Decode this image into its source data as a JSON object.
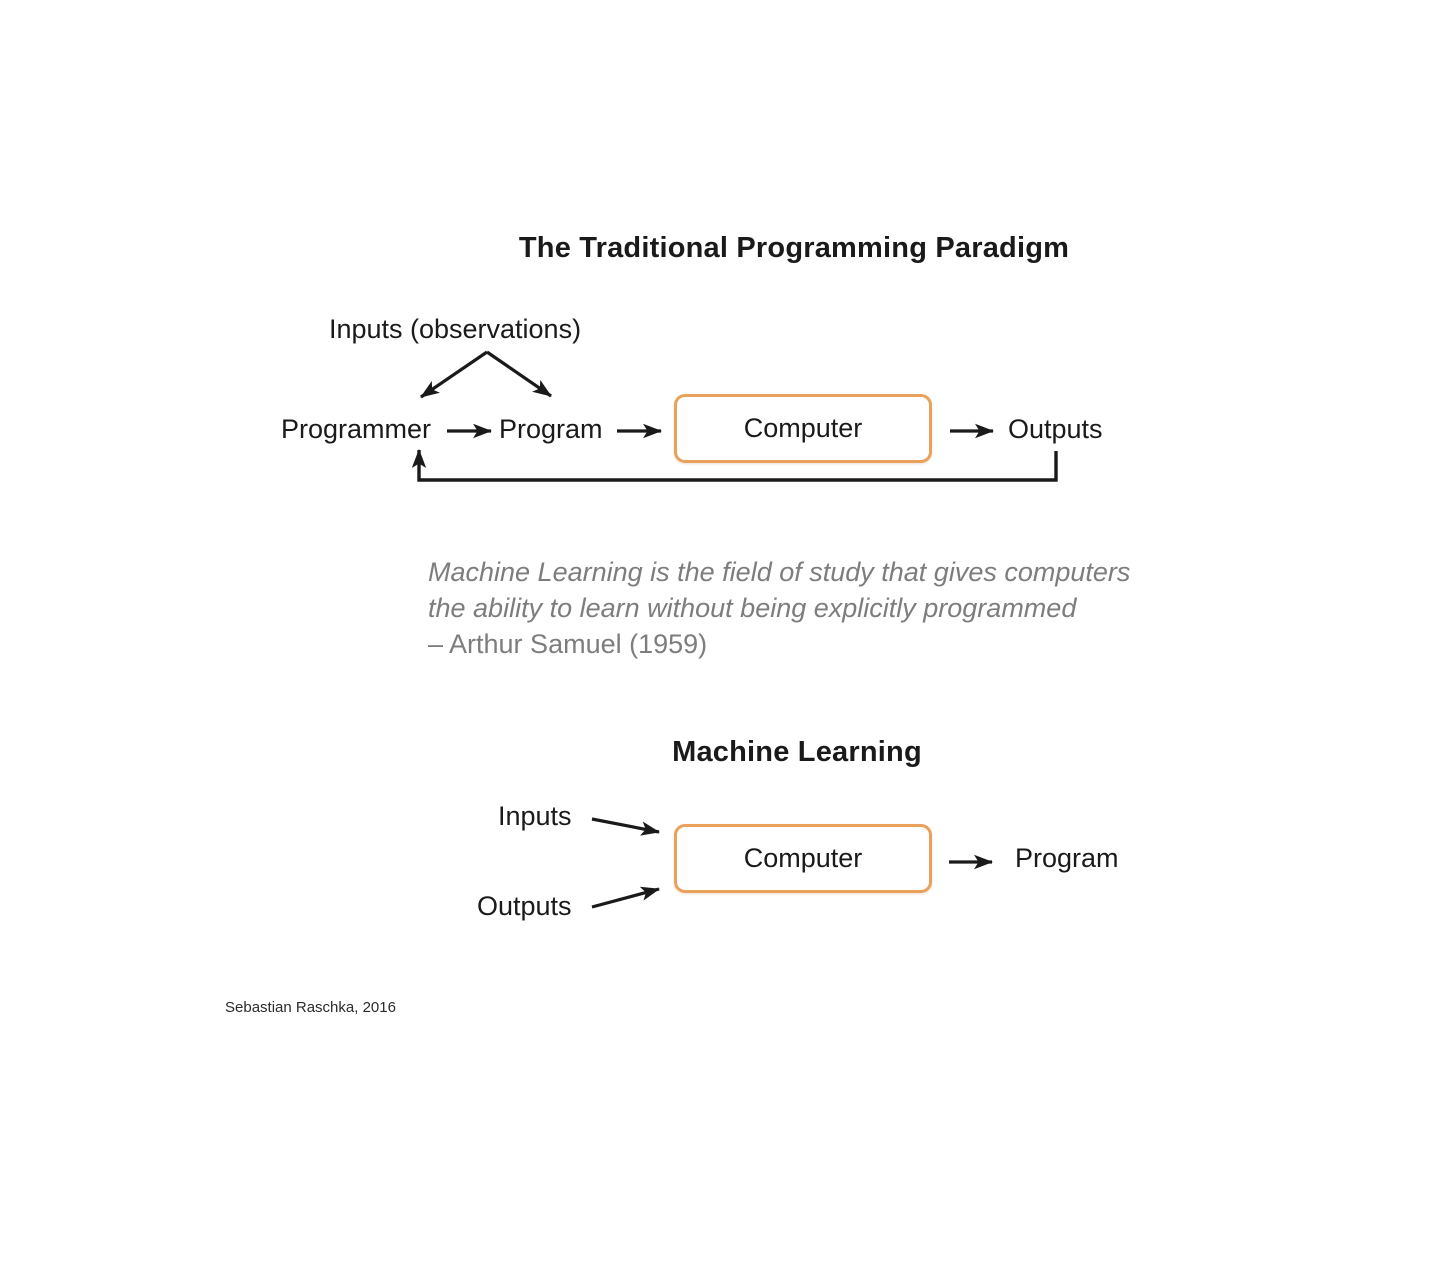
{
  "colors": {
    "accent_orange": "#EAA15C",
    "ink": "#1A1A1A",
    "quote_gray": "#7D7D7D",
    "background": "#FFFFFF"
  },
  "traditional_diagram": {
    "title": "The Traditional Programming Paradigm",
    "inputs_label": "Inputs (observations)",
    "nodes": {
      "programmer": "Programmer",
      "program": "Program",
      "computer": "Computer",
      "outputs": "Outputs"
    }
  },
  "quote": {
    "line1": "Machine Learning is the field of study that gives computers",
    "line2": "the ability to learn without being explicitly programmed",
    "attribution": "– Arthur Samuel (1959)"
  },
  "ml_diagram": {
    "title": "Machine Learning",
    "nodes": {
      "inputs": "Inputs",
      "outputs": "Outputs",
      "computer": "Computer",
      "program": "Program"
    }
  },
  "credit": "Sebastian Raschka, 2016"
}
